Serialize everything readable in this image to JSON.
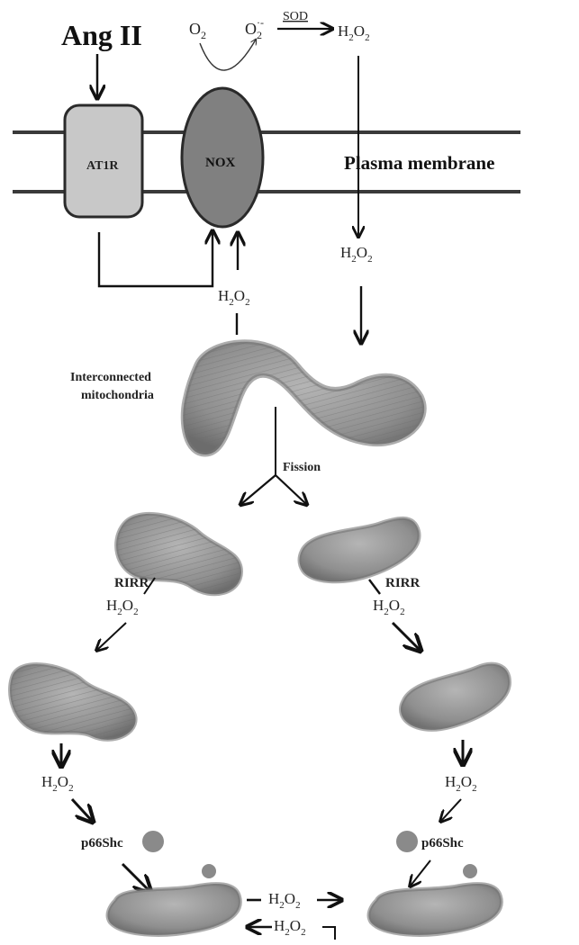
{
  "title": "Ang II",
  "membrane_label": "Plasma membrane",
  "receptor_label": "AT1R",
  "nox_label": "NOX",
  "o2": "O",
  "o2_sub": "2",
  "superoxide": "O",
  "superoxide_sub": "2",
  "superoxide_sup": "·-",
  "sod": "SOD",
  "h2o2": {
    "h": "H",
    "two": "2",
    "o": "O"
  },
  "mito_network_label_line1": "Interconnected",
  "mito_network_label_line2": "mitochondria",
  "fission_label": "Fission",
  "rirr_left": "RIRR",
  "rirr_right": "RIRR",
  "p66_left": "p66Shc",
  "p66_right": "p66Shc",
  "colors": {
    "membrane": "#3a3a3a",
    "at1r_fill": "#c8c8c8",
    "nox_fill": "#808080",
    "mito_fill": "#9a9a9a",
    "arrow": "#111111"
  }
}
